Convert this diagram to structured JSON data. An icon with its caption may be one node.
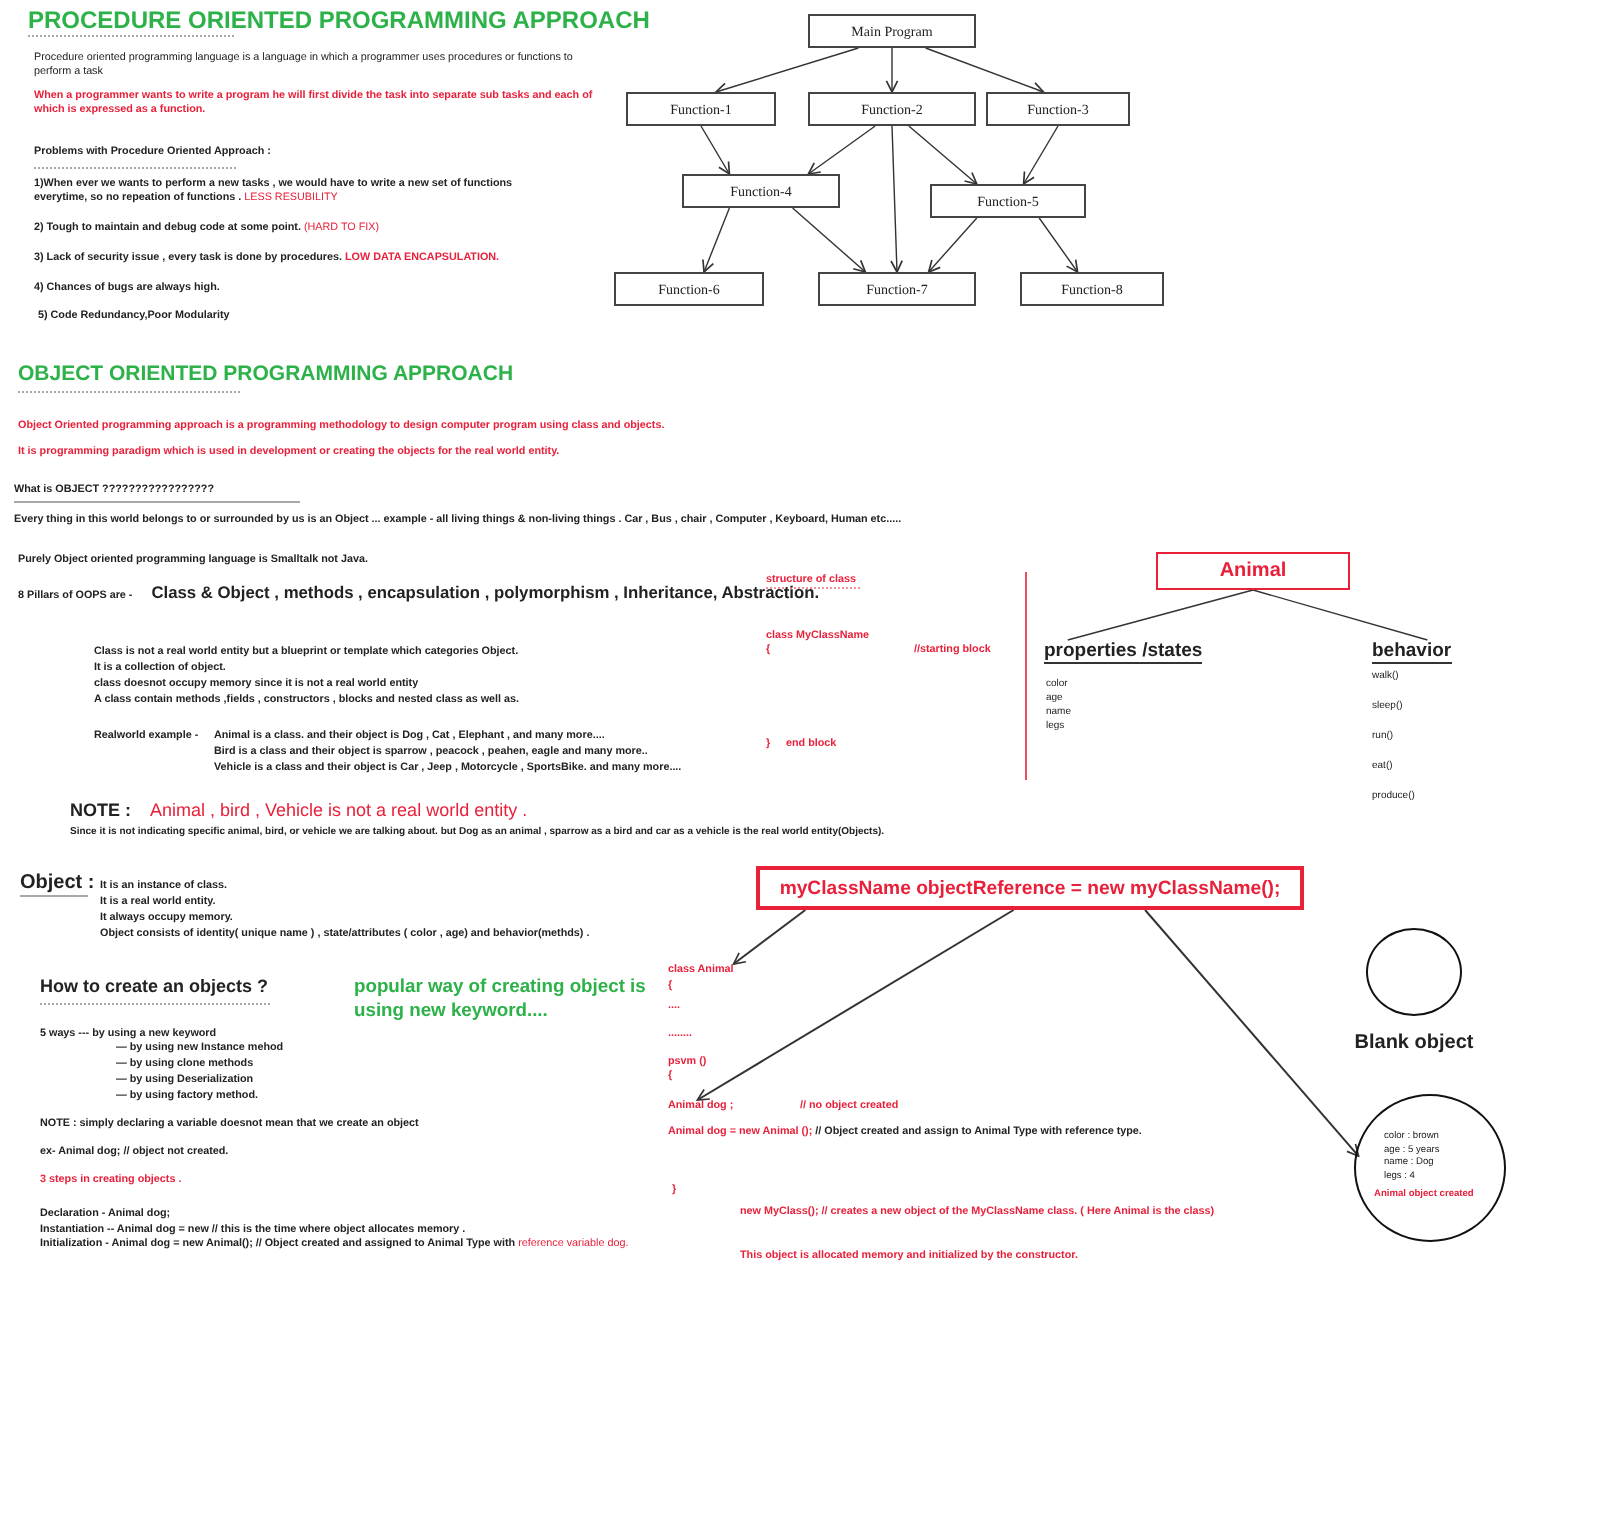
{
  "diagram": {
    "nodes": [
      {
        "text": [
          "Main Program"
        ]
      },
      {
        "text": [
          "Function-1"
        ]
      },
      {
        "text": [
          "Function-2"
        ]
      },
      {
        "text": [
          "Function-3"
        ]
      },
      {
        "text": [
          "Function-4"
        ]
      },
      {
        "text": [
          "Function-5"
        ]
      },
      {
        "text": [
          "Function-6"
        ]
      },
      {
        "text": [
          "Function-7"
        ]
      },
      {
        "text": [
          "Function-8"
        ]
      },
      {
        "text": [
          "Animal"
        ]
      },
      {
        "text": [
          "properties /states"
        ]
      },
      {
        "text": [
          "behavior"
        ]
      },
      {
        "text": [
          "myClassName objectReference = new myClassName();"
        ]
      },
      {
        "text": [
          "class Animal"
        ]
      },
      {
        "text": [
          "Animal dog ;"
        ]
      },
      {
        "text": [
          "color : brown",
          "age : 5 years",
          "name : Dog",
          "legs : 4",
          "Animal object created"
        ]
      },
      {
        "text": [],
        "shape": "circle",
        "beside": [
          "Blank object"
        ]
      }
    ],
    "edges": [
      {
        "from": 0,
        "to": 1,
        "arrow": "to"
      },
      {
        "from": 0,
        "to": 2,
        "arrow": "to"
      },
      {
        "from": 0,
        "to": 3,
        "arrow": "to"
      },
      {
        "from": 1,
        "to": 4,
        "arrow": "to"
      },
      {
        "from": 2,
        "to": 4,
        "arrow": "to"
      },
      {
        "from": 2,
        "to": 7,
        "arrow": "to"
      },
      {
        "from": 2,
        "to": 5,
        "arrow": "to"
      },
      {
        "from": 3,
        "to": 5,
        "arrow": "to"
      },
      {
        "from": 4,
        "to": 6,
        "arrow": "to"
      },
      {
        "from": 4,
        "to": 7,
        "arrow": "to"
      },
      {
        "from": 5,
        "to": 7,
        "arrow": "to"
      },
      {
        "from": 5,
        "to": 8,
        "arrow": "to"
      },
      {
        "from": 9,
        "to": 10,
        "arrow": "none"
      },
      {
        "from": 9,
        "to": 11,
        "arrow": "none"
      },
      {
        "from": 12,
        "to": 13,
        "arrow": "to"
      },
      {
        "from": 12,
        "to": 14,
        "arrow": "to"
      },
      {
        "from": 12,
        "to": 15,
        "arrow": "to"
      }
    ],
    "labels": [
      "PROCEDURE ORIENTED PROGRAMMING APPROACH",
      "Procedure oriented programming language is a language in which a programmer uses procedures or functions to perform a task",
      "When a programmer wants to write a program he will first divide the task into separate sub tasks and each of which is expressed as a function.",
      "Problems with Procedure Oriented Approach :",
      "1)When ever we wants to perform a new tasks , we would have to write a new set of functions everytime, so no repeation of functions .",
      "LESS RESUBILITY",
      "2) Tough to maintain and debug code at some point.",
      "(HARD TO FIX)",
      "3) Lack of security issue , every task is done by procedures.",
      "LOW DATA ENCAPSULATION.",
      "4) Chances of bugs are always high.",
      "5) Code Redundancy,Poor Modularity",
      "OBJECT ORIENTED PROGRAMMING APPROACH",
      "Object Oriented programming approach is a programming methodology to design computer program using class and objects.",
      "It is programming paradigm which is used in development or creating the objects for the real world entity.",
      "What is OBJECT ?????????????????",
      "Every thing in this world belongs to or surrounded by us is an Object ... example - all living things & non-living things . Car , Bus , chair , Computer , Keyboard, Human etc.....",
      "Purely Object oriented programming language is Smalltalk not Java.",
      "8 Pillars of OOPS are -",
      "Class & Object , methods , encapsulation , polymorphism , Inheritance, Abstraction.",
      "Class is not a real world entity but a blueprint or template which categories Object.",
      "It is a collection of object.",
      "class doesnot occupy memory since it is not a real world entity",
      "A class contain methods ,fields , constructors , blocks and nested class as well as.",
      "Realworld example -",
      "Animal is a class. and their object is Dog , Cat , Elephant , and many more....",
      "Bird is a class and their object is sparrow , peacock , peahen, eagle and many more..",
      "Vehicle is a class and their object is Car , Jeep , Motorcycle , SportsBike. and many more....",
      "structure of class",
      "class MyClassName",
      "{",
      "//starting block",
      "}",
      "end block",
      "color",
      "age",
      "name",
      "legs",
      "walk()",
      "sleep()",
      "run()",
      "eat()",
      "produce()",
      "NOTE :",
      "Animal , bird , Vehicle is not a real world entity .",
      "Since it is not indicating specific animal, bird, or vehicle we are talking about. but Dog as an animal , sparrow as a bird and car as a vehicle is the real world entity(Objects).",
      "Object :",
      "It is an instance of class.",
      "It is a real world entity.",
      "It always occupy memory.",
      "Object consists of identity( unique name ) , state/attributes ( color , age) and behavior(methds) .",
      "How to create an objects ?",
      "popular way of creating object is using new keyword....",
      "5 ways --- by using a new keyword",
      "— by using new Instance mehod",
      "— by using clone methods",
      "— by using Deserialization",
      "— by using factory method.",
      "NOTE : simply declaring a variable doesnot mean that we create an object",
      "ex- Animal dog; // object not created.",
      "3 steps in creating objects .",
      "Declaration - Animal dog;",
      "Instantiation -- Animal dog = new // this is the time where object allocates memory .",
      "Initialization - Animal dog = new Animal(); // Object created and assigned to Animal Type with",
      "reference variable dog.",
      "{",
      "....",
      "........",
      "psvm ()",
      "{",
      "// no object created",
      "Animal dog = new Animal ();",
      "// Object created and assign to Animal Type with reference type.",
      "}",
      "new MyClass(); // creates a new object of the MyClassName class. ( Here Animal is the class)",
      "This object is allocated memory and initialized by the constructor."
    ]
  }
}
